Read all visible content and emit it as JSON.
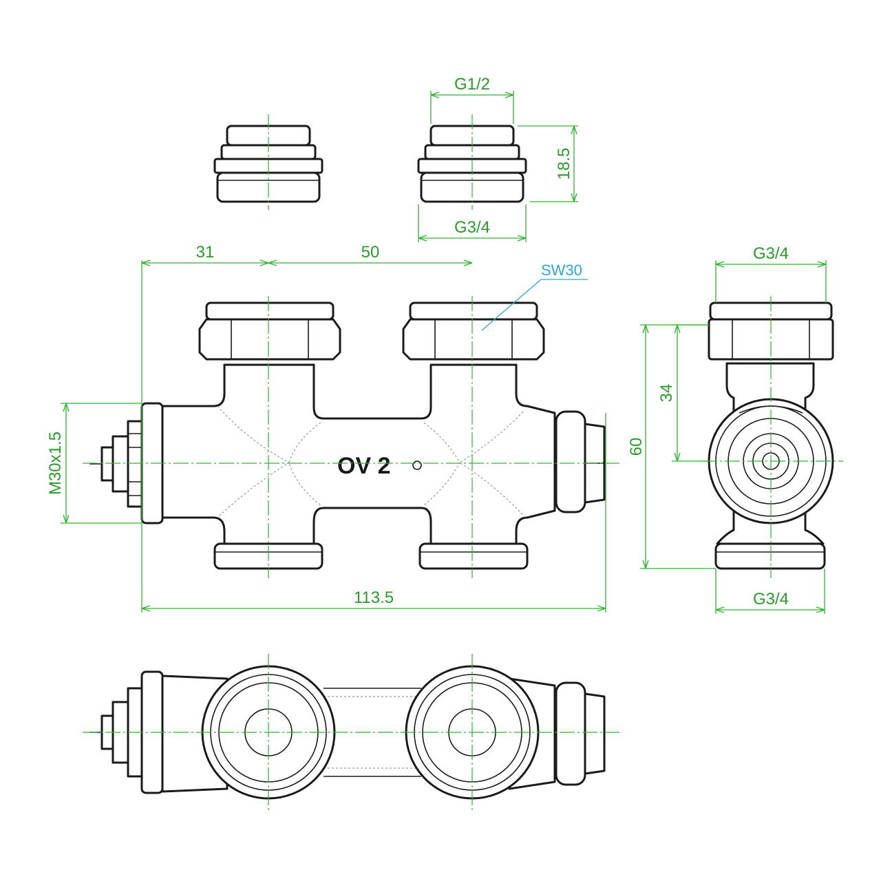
{
  "drawing": {
    "body_marking": "OV 2",
    "leader_label": "SW30",
    "dimensions": {
      "spacing_left": "31",
      "spacing_center": "50",
      "overall_length": "113.5",
      "side_thread": "M30x1.5",
      "height": "60",
      "axis_height": "34",
      "top_thread_side": "G3/4",
      "bottom_thread_side": "G3/4",
      "adapter_thread_top": "G1/2",
      "adapter_thread_bottom": "G3/4",
      "adapter_height": "18.5"
    },
    "colors": {
      "outline": "#1a1a1a",
      "dimension": "#2db52d",
      "leader": "#2aa8d8"
    }
  }
}
